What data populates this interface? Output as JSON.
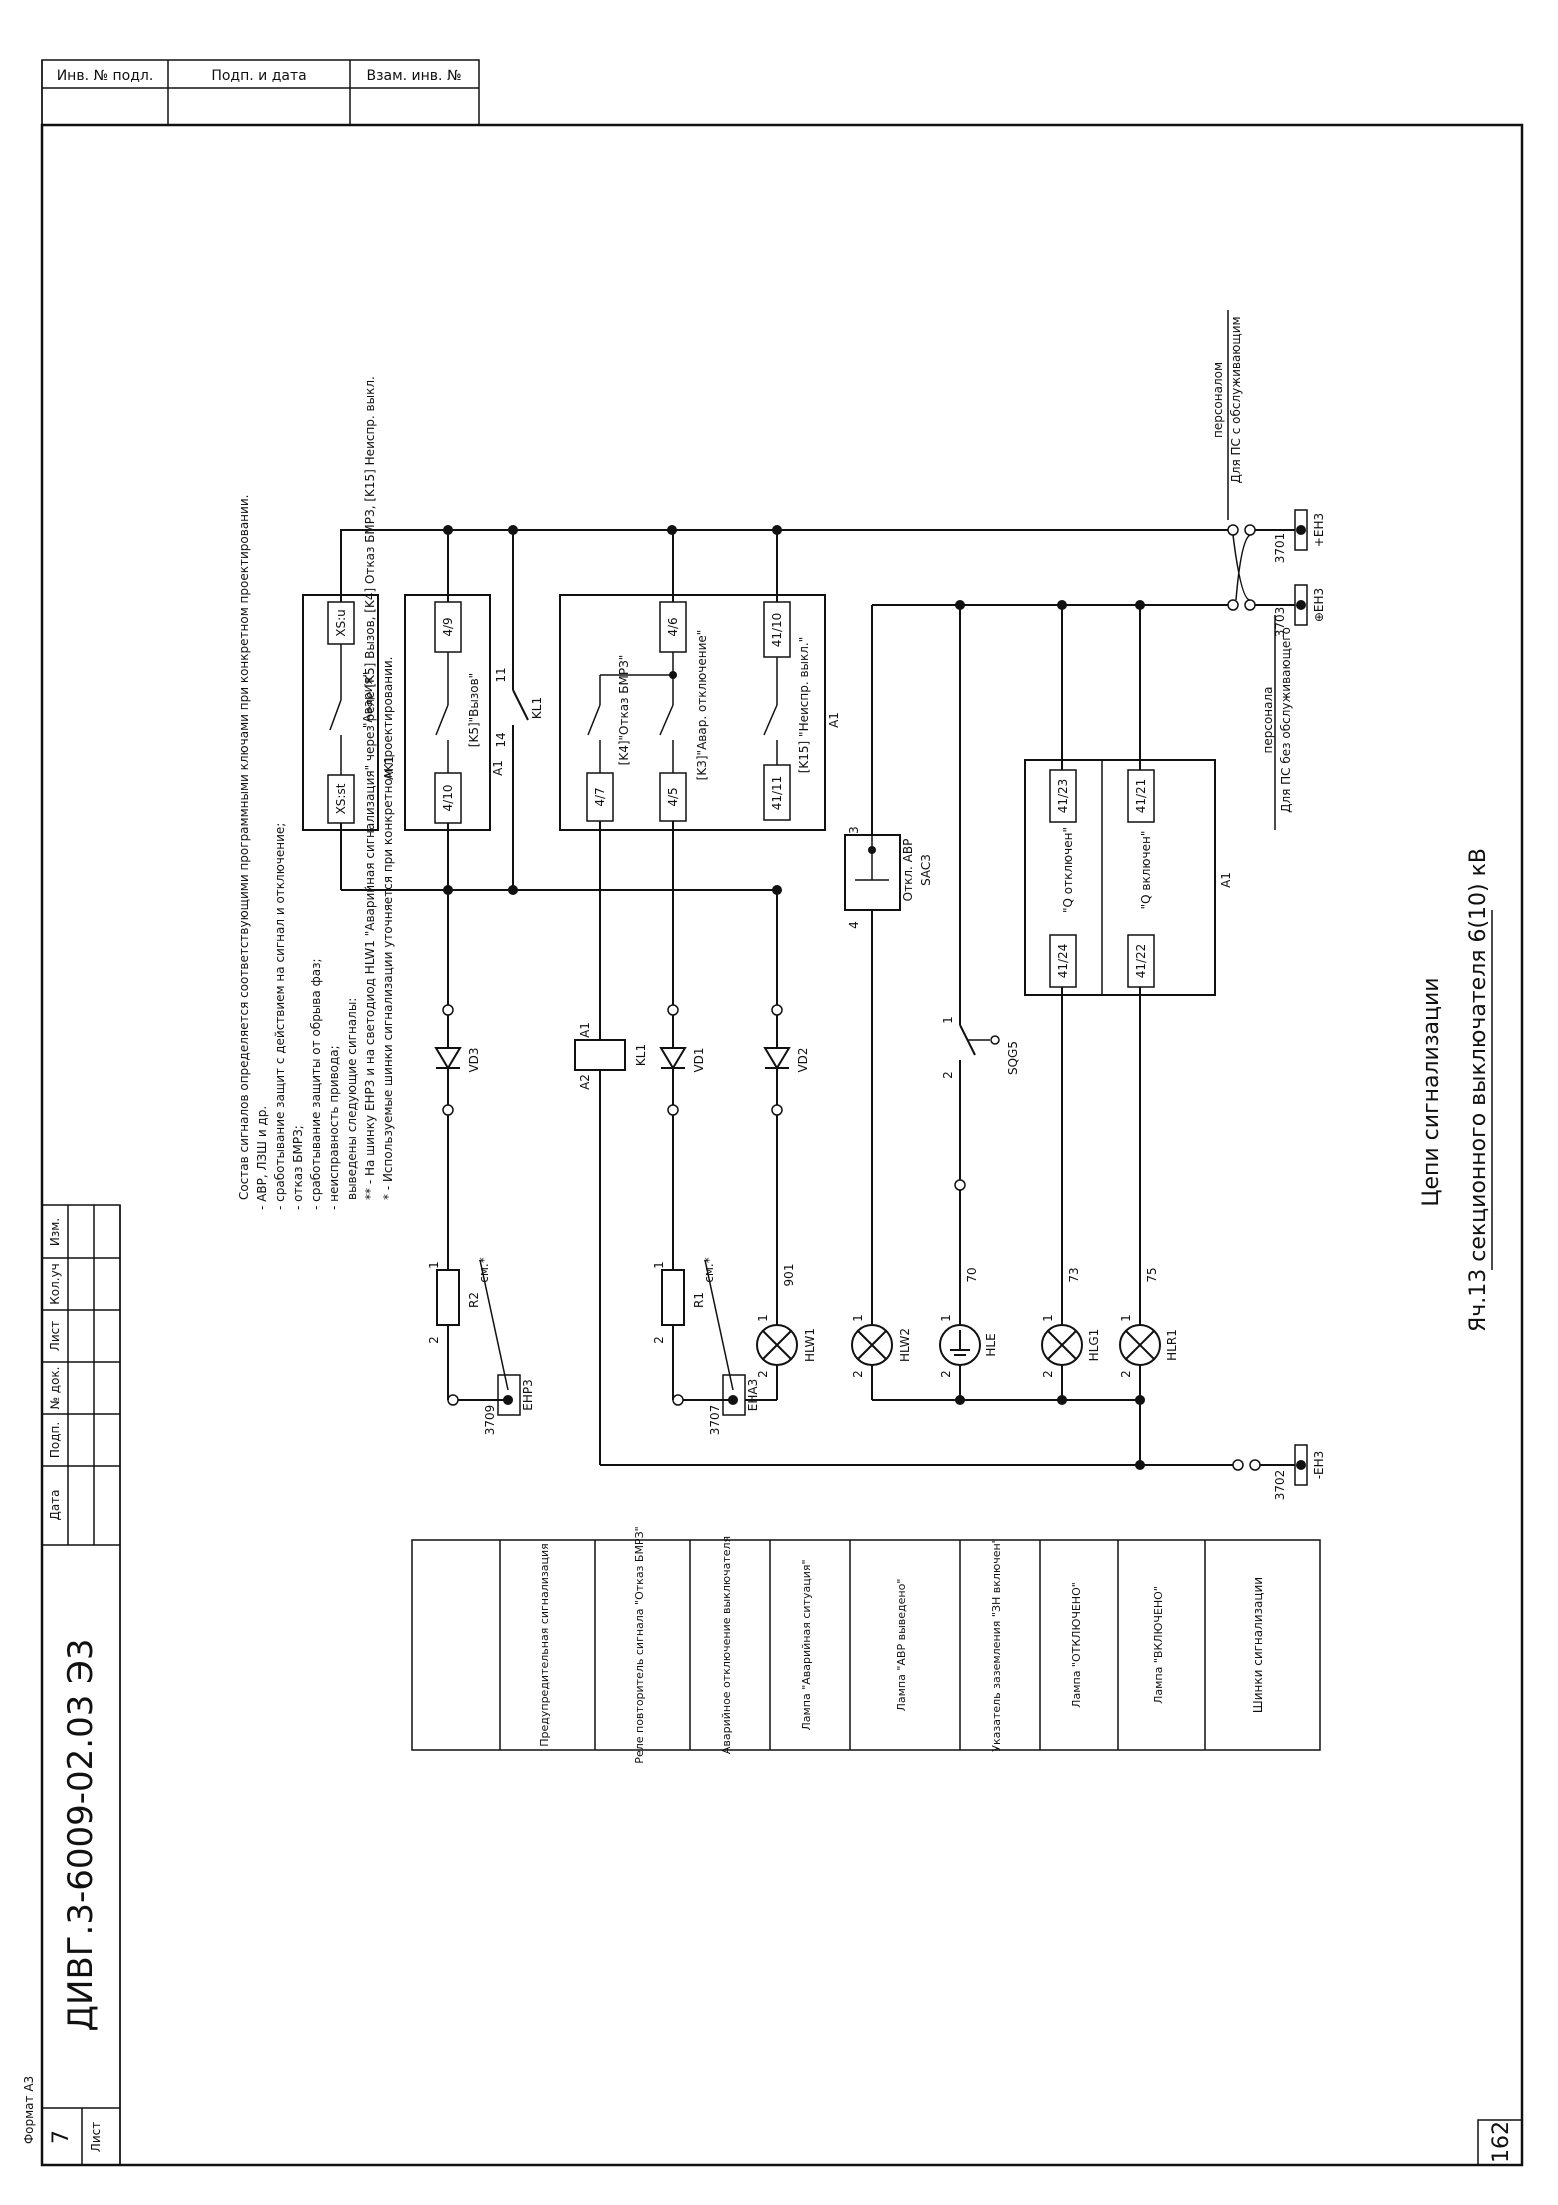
{
  "stamp": {
    "inv_podl": "Инв. № подл.",
    "podp_data": "Подп. и дата",
    "vzam_inv": "Взам. инв. №"
  },
  "title": {
    "main": "Яч.13 секционного выключателя 6(10) кВ",
    "sub": "Цепи сигнализации"
  },
  "sheet_number_top": "162",
  "doc_code": "ДИВГ.3-6009-02.03 Э3",
  "list_label": "Лист",
  "list_number": "7",
  "format": "Формат А3",
  "revision_headers": [
    "Изм.",
    "Кол.уч",
    "Лист",
    "№ док.",
    "Подп.",
    "Дата"
  ],
  "buses": {
    "eh3_plus": "+EH3",
    "eh3_plus_num": "3701",
    "eh3_flash": "⊕EH3",
    "eh3_flash_num": "3703",
    "eh3_minus": "-EH3",
    "eh3_minus_num": "3702",
    "note_with_staff_1": "Для ПС с обслуживающим",
    "note_with_staff_2": "персоналом",
    "note_no_staff_1": "Для ПС без обслуживающего",
    "note_no_staff_2": "персонала"
  },
  "blocks": {
    "ak1": "AK1",
    "ak1_xsu": "XS:u",
    "ak1_xsst": "XS:st",
    "ak1_label": "\"Авария\"",
    "a1_k5_top": "4/9",
    "a1_k5_bottom": "4/10",
    "a1_k5_label": "[K5]\"Вызов\"",
    "a1_small": "A1",
    "kl1_contact": "KL1",
    "kl1_pin11": "11",
    "kl1_pin14": "14",
    "a1_main": "A1",
    "k15_top": "41/10",
    "k15_bottom": "41/11",
    "k15_label": "[K15] \"Неиспр. выкл.\"",
    "k3_top": "4/6",
    "k3_bottom": "4/5",
    "k3_label": "[K3]\"Авар. отключение\"",
    "k4_bottom": "4/7",
    "k4_label": "[K4]\"Отказ БМРЗ\"",
    "a1_right": "A1",
    "q_off_top": "41/23",
    "q_off_bottom": "41/24",
    "q_off_label": "\"Q отключен\"",
    "q_on_top": "41/21",
    "q_on_bottom": "41/22",
    "q_on_label": "\"Q включен\"",
    "sac3": "SAC3",
    "sac3_label": "Откл. АВР",
    "sac3_pin3": "3",
    "sac3_pin4": "4",
    "sqg5": "SQG5",
    "sqg5_pin1": "1",
    "sqg5_pin2": "2"
  },
  "devices": {
    "vd3": "VD3",
    "vd1": "VD1",
    "vd2": "VD2",
    "kl1_coil": "KL1",
    "coil_a1": "A1",
    "coil_a2": "A2",
    "r2": "R2",
    "r1": "R1",
    "r_pin1": "1",
    "r_pin2": "2",
    "sm_star": "см.*",
    "ehp3": "EHP3",
    "ehp3_num": "3709",
    "eha3": "EHA3",
    "eha3_num": "3707",
    "hlw1": "HLW1",
    "hlw1_wire": "901",
    "hlw2": "HLW2",
    "hle": "HLE",
    "hle_wire": "70",
    "hlg1": "HLG1",
    "hlg1_wire": "73",
    "hlr1": "HLR1",
    "hlr1_wire": "75",
    "lamp_pin1": "1",
    "lamp_pin2": "2"
  },
  "notes": [
    "* - Используемые шинки сигнализации уточняется при конкретном проектировании.",
    "** - На шинку EHP3 и на светодиод HLW1 \"Аварийная сигнализация\" через реле [K5] Вызов, [K4] Отказ БМРЗ, [K15] Неиспр. выкл.",
    "выведены следующие сигналы:",
    "- неисправность привода;",
    "- сработывание защиты от обрыва фаз;",
    "- отказ БМРЗ;",
    "- сработывание защит с действием на сигнал и отключение;",
    "- АВР, ЛЗШ и др.",
    "Состав сигналов определяется соответствующими программными ключами при конкретном проектировании."
  ],
  "legend": [
    "Шинки сигнализации",
    "Лампа \"ВКЛЮЧЕНО\"",
    "Лампа \"ОТКЛЮЧЕНО\"",
    "Указатель заземления \"ЗН включен\"",
    "Лампа \"АВР выведено\"",
    "Лампа \"Аварийная ситуация\"",
    "Аварийное отключение выключателя",
    "Реле повторитель сигнала \"Отказ БМРЗ\"",
    "Предупредительная сигнализация"
  ]
}
